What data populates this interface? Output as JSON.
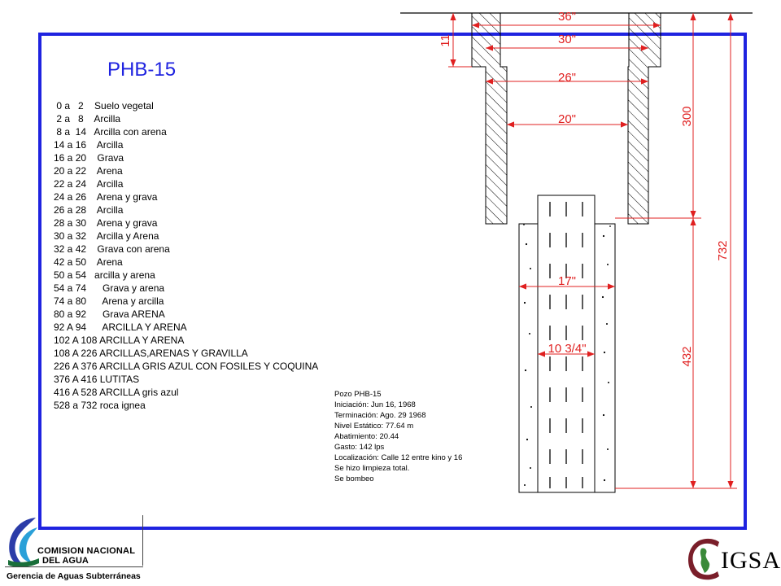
{
  "title": "PHB-15",
  "lithology_log": [
    " 0 a   2    Suelo vegetal",
    " 2 a   8    Arcilla",
    " 8 a  14   Arcilla con arena",
    "14 a 16    Arcilla",
    "16 a 20    Grava",
    "20 a 22    Arena",
    "22 a 24    Arcilla",
    "24 a 26    Arena y grava",
    "26 a 28    Arcilla",
    "28 a 30    Arena y grava",
    "30 a 32    Arcilla y Arena",
    "32 a 42    Grava con arena",
    "42 a 50    Arena",
    "50 a 54   arcilla y arena",
    "54 a 74      Grava y arena",
    "74 a 80      Arena y arcilla",
    "80 a 92      Grava ARENA",
    "92 A 94      ARCILLA Y ARENA",
    "102 A 108 ARCILLA Y ARENA",
    "108 A 226 ARCILLAS,ARENAS Y GRAVILLA",
    "226 A 376 ARCILLA GRIS AZUL CON FOSILES Y COQUINA",
    "376 A 416 LUTITAS",
    "416 A 528 ARCILLA gris azul",
    "528 a 732 roca ignea"
  ],
  "well_info": [
    "Pozo PHB-15",
    "Iniciación: Jun 16, 1968",
    "Terminación: Ago. 29 1968",
    "Nivel Estático: 77.64 m",
    "Abatimiento: 20.44",
    "Gasto: 142 lps",
    "Localización: Calle 12 entre kino y 16",
    "Se hizo limpieza total.",
    "Se bombeo"
  ],
  "diameters": {
    "d36": "36\"",
    "d30": "30\"",
    "d26": "26\"",
    "d20": "20\"",
    "d17": "17\"",
    "d10": "10 3/4\""
  },
  "depths": {
    "top_collar": "11",
    "upper_section": "300",
    "total": "732",
    "lower_section": "432"
  },
  "logos": {
    "left_org_line1": "COMISION NACIONAL",
    "left_org_line2": "DEL  AGUA",
    "left_org_subtitle": "Gerencia de Aguas Subterráneas",
    "right_org": "IGSA"
  },
  "colors": {
    "frame_blue": "#1f23e0",
    "dimension_red": "#e02020"
  }
}
